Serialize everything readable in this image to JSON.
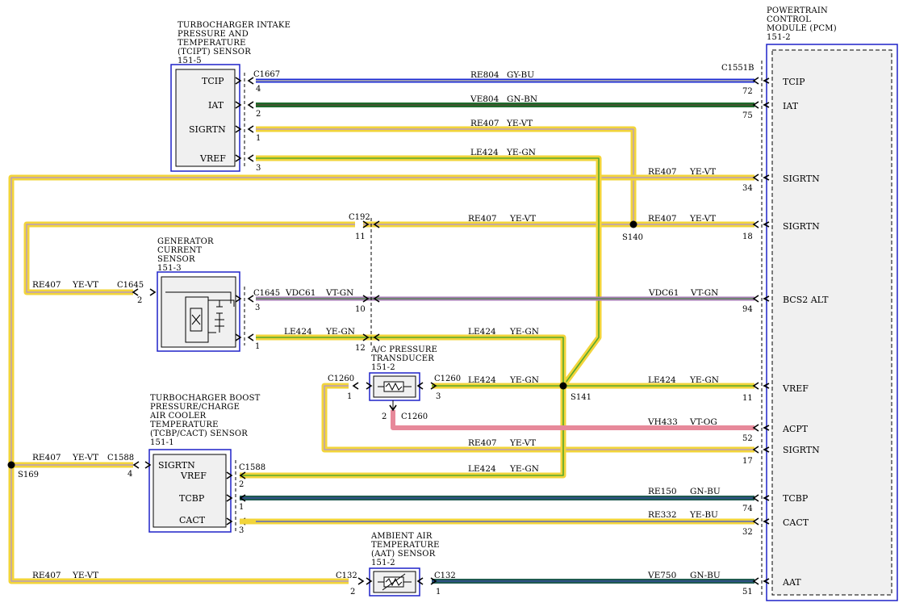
{
  "pcm": {
    "title": [
      "POWERTRAIN",
      "CONTROL",
      "MODULE (PCM)",
      "151-2"
    ],
    "connector": "C1551B",
    "pins": [
      {
        "label": "TCIP",
        "num": "72"
      },
      {
        "label": "IAT",
        "num": "75"
      },
      {
        "label": "SIGRTN",
        "num": "34"
      },
      {
        "label": "SIGRTN",
        "num": "18"
      },
      {
        "label": "BCS2 ALT",
        "num": "94"
      },
      {
        "label": "VREF",
        "num": "11"
      },
      {
        "label": "ACPT",
        "num": "52"
      },
      {
        "label": "SIGRTN",
        "num": "17"
      },
      {
        "label": "TCBP",
        "num": "74"
      },
      {
        "label": "CACT",
        "num": "32"
      },
      {
        "label": "AAT",
        "num": "51"
      }
    ]
  },
  "tcipt": {
    "title": [
      "TURBOCHARGER INTAKE",
      "PRESSURE AND",
      "TEMPERATURE",
      "(TCIPT) SENSOR",
      "151-5"
    ],
    "connector": "C1667",
    "pins": [
      {
        "label": "TCIP",
        "num": "4"
      },
      {
        "label": "IAT",
        "num": "2"
      },
      {
        "label": "SIGRTN",
        "num": "1"
      },
      {
        "label": "VREF",
        "num": "3"
      }
    ]
  },
  "generator": {
    "title": [
      "GENERATOR",
      "CURRENT",
      "SENSOR",
      "151-3"
    ],
    "connector": "C1645",
    "left_connector": "C1645",
    "left_pin": "2",
    "pin_vdc": "3",
    "pin_le": "1"
  },
  "c192": {
    "name": "C192",
    "pins": [
      "11",
      "10",
      "12"
    ]
  },
  "acp": {
    "title": [
      "A/C PRESSURE",
      "TRANSDUCER",
      "151-2"
    ],
    "connector": "C1260",
    "left_connector": "C1260",
    "bottom_connector": "C1260",
    "pin_left": "1",
    "pin_right": "3",
    "pin_bottom": "2"
  },
  "tcbp": {
    "title": [
      "TURBOCHARGER BOOST",
      "PRESSURE/CHARGE",
      "AIR COOLER",
      "TEMPERATURE",
      "(TCBP/CACT) SENSOR",
      "151-1"
    ],
    "connector": "C1588",
    "left_connector": "C1588",
    "left_pin": "4",
    "pins": [
      {
        "label": "SIGRTN"
      },
      {
        "label": "VREF",
        "num": "2"
      },
      {
        "label": "TCBP",
        "num": "1"
      },
      {
        "label": "CACT",
        "num": "3"
      }
    ]
  },
  "aat": {
    "title": [
      "AMBIENT AIR",
      "TEMPERATURE",
      "(AAT) SENSOR",
      "151-2"
    ],
    "connector": "C132",
    "left_connector": "C132",
    "pin_left": "2",
    "pin_right": "1"
  },
  "splices": {
    "s140": "S140",
    "s141": "S141",
    "s169": "S169"
  },
  "wires": {
    "tcip": {
      "circuit": "RE804",
      "color": "GY-BU"
    },
    "iat": {
      "circuit": "VE804",
      "color": "GN-BN"
    },
    "sigrtn_tcipt": {
      "circuit": "RE407",
      "color": "YE-VT"
    },
    "vref_tcipt": {
      "circuit": "LE424",
      "color": "YE-GN"
    },
    "sigrtn_34": {
      "circuit": "RE407",
      "color": "YE-VT"
    },
    "sigrtn_c192": {
      "circuit": "RE407",
      "color": "YE-VT"
    },
    "sigrtn_18": {
      "circuit": "RE407",
      "color": "YE-VT"
    },
    "gen_left": {
      "circuit": "RE407",
      "color": "YE-VT"
    },
    "vdc_gen": {
      "circuit": "VDC61",
      "color": "VT-GN"
    },
    "vdc_pcm": {
      "circuit": "VDC61",
      "color": "VT-GN"
    },
    "le_gen": {
      "circuit": "LE424",
      "color": "YE-GN"
    },
    "le_c192": {
      "circuit": "LE424",
      "color": "YE-GN"
    },
    "le_acp": {
      "circuit": "LE424",
      "color": "YE-GN"
    },
    "le_pcm": {
      "circuit": "LE424",
      "color": "YE-GN"
    },
    "acpt": {
      "circuit": "VH433",
      "color": "VT-OG"
    },
    "sigrtn_17": {
      "circuit": "RE407",
      "color": "YE-VT"
    },
    "tcbp_left": {
      "circuit": "RE407",
      "color": "YE-VT"
    },
    "le_tcbp": {
      "circuit": "LE424",
      "color": "YE-GN"
    },
    "tcbp_sig": {
      "circuit": "RE150",
      "color": "GN-BU"
    },
    "cact_sig": {
      "circuit": "RE332",
      "color": "YE-BU"
    },
    "aat_left": {
      "circuit": "RE407",
      "color": "YE-VT"
    },
    "aat_sig": {
      "circuit": "VE750",
      "color": "GN-BU"
    }
  },
  "colors": {
    "yellow": "#f2d43a",
    "yellow_green_stripe": "#57a82a",
    "violet_stripe": "#9c6fb0",
    "gray_blue_base": "#8c8fa8",
    "blue": "#1c2bd6",
    "dark_green": "#1e6b2c",
    "pink": "#e7899a",
    "dark_teal": "#1f5a4f",
    "box_blue": "#1f22c8"
  }
}
